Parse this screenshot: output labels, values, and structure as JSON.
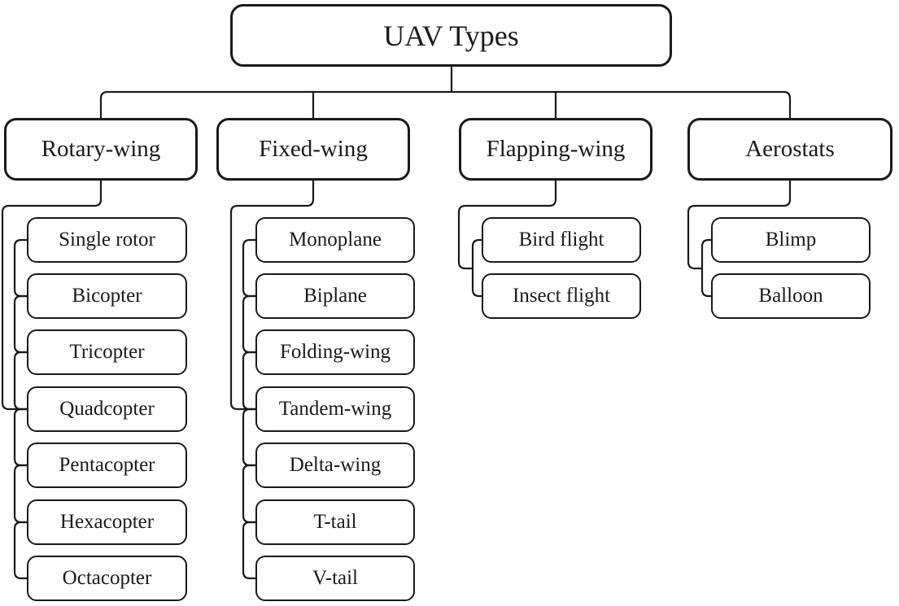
{
  "figure": {
    "type": "hierarchy-tree",
    "colors": {
      "box_fill": "#ffffff",
      "box_stroke": "#1a1a1a",
      "text": "#1a1a1a",
      "background": "#ffffff"
    }
  },
  "diagram": {
    "root": {
      "label": "UAV Types"
    },
    "categories": [
      {
        "label": "Rotary-wing",
        "children": [
          "Single rotor",
          "Bicopter",
          "Tricopter",
          "Quadcopter",
          "Pentacopter",
          "Hexacopter",
          "Octacopter"
        ]
      },
      {
        "label": "Fixed-wing",
        "children": [
          "Monoplane",
          "Biplane",
          "Folding-wing",
          "Tandem-wing",
          "Delta-wing",
          "T-tail",
          "V-tail"
        ]
      },
      {
        "label": "Flapping-wing",
        "children": [
          "Bird flight",
          "Insect flight"
        ]
      },
      {
        "label": "Aerostats",
        "children": [
          "Blimp",
          "Balloon"
        ]
      }
    ]
  }
}
